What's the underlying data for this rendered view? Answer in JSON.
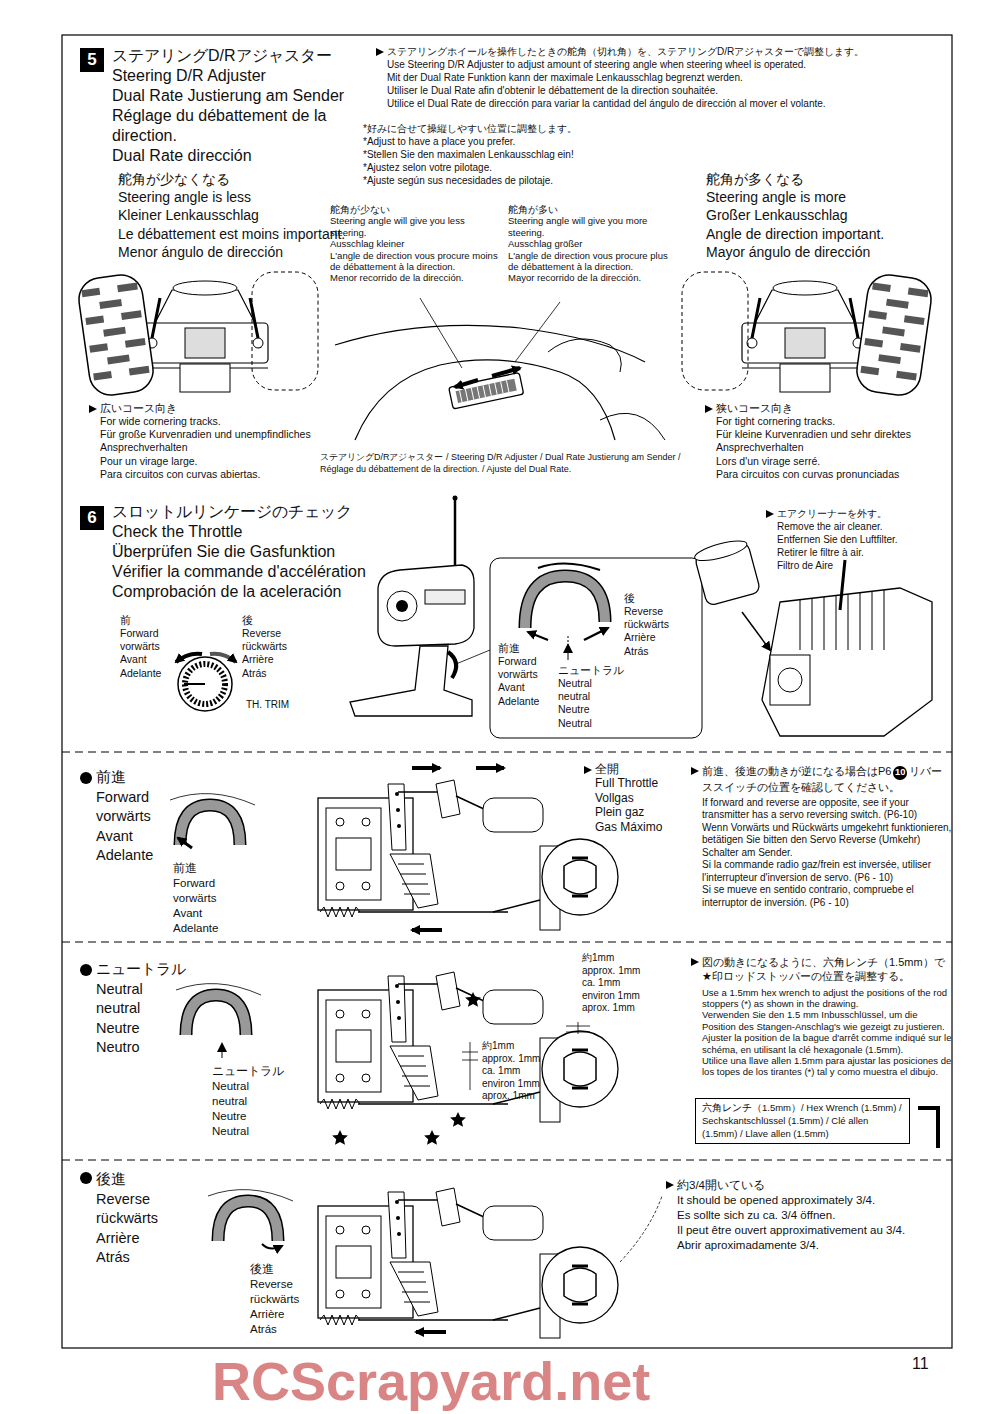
{
  "diagram": {
    "nodes": [
      {
        "text": [
          "5"
        ]
      },
      {
        "text": [
          "6"
        ]
      },
      {
        "text": [
          "六角レンチ（1.5mm）/ Hex Wrench (1.5mm) / Sechskantschlüssel (1.5mm) / Clé allen (1.5mm) / Llave allen (1.5mm)"
        ]
      }
    ],
    "labels": [
      "ステアリングD/Rアジャスター",
      "Steering D/R Adjuster",
      "Dual Rate Justierung am Sender",
      "Réglage du débattement de la direction.",
      "Dual Rate dirección",
      "ステアリングホイールを操作したときの舵角（切れ角）を、ステアリングD/Rアジャスターで調整します。",
      "Use Steering D/R Adjuster to adjust amount of steering angle when steering wheel is operated.",
      "Mit der Dual Rate Funktion kann der maximale Lenkausschlag begrenzt werden.",
      "Utiliser le Dual Rate afin d'obtenir le débattement de la direction souhaitée.",
      "Utilice el Dual Rate de dirección para variar la cantidad del ángulo de dirección al mover el volante.",
      "*好みに合せて操縦しやすい位置に調整します。",
      "*Adjust to have a place you prefer.",
      "*Stellen Sie den maximalen Lenkausschlag ein!",
      "*Ajustez selon votre pilotage.",
      "*Ajuste según sus necesidades de pilotaje.",
      "舵角が少なくなる",
      "Steering angle is less",
      "Kleiner Lenkausschlag",
      "Le débattement est moins important.",
      "Menor ángulo de dirección",
      "舵角が多くなる",
      "Steering angle is more",
      "Großer Lenkausschlag",
      "Angle de direction important.",
      "Mayor ángulo de dirección",
      "舵角が少ない",
      "Steering angle will give you less steering.",
      "Ausschlag kleiner",
      "L'angle de direction vous procure moins de débattement à la direction.",
      "Menor recorrido de la dirección.",
      "舵角が多い",
      "Steering angle will give you more steering.",
      "Ausschlag größer",
      "L'angle de direction vous procure plus de débattement à la direction.",
      "Mayor recorrido de la dirección.",
      "広いコース向き",
      "For wide cornering tracks.",
      "Für große Kurvenradien und unempfindliches Ansprechverhalten",
      "Pour un virage large.",
      "Para circuitos con curvas abiertas.",
      "狭いコース向き",
      "For tight cornering tracks.",
      "Für kleine Kurvenradien und sehr direktes Ansprechverhalten",
      "Lors d'un virage serré.",
      "Para circuitos con curvas pronunciadas",
      "ステアリングD/Rアジャスター / Steering D/R Adjuster / Dual Rate Justierung am Sender / Réglage du débattement de la direction. / Ajuste del Dual Rate.",
      "スロットルリンケージのチェック",
      "Check the Throttle",
      "Überprüfen Sie die Gasfunktion",
      "Vérifier la commande d'accélération",
      "Comprobación de la aceleración",
      "前",
      "Forward",
      "vorwärts",
      "Avant",
      "Adelante",
      "後",
      "Reverse",
      "rückwärts",
      "Arrière",
      "Atrás",
      "TH. TRIM",
      "後",
      "Reverse",
      "rückwärts",
      "Arrière",
      "Atrás",
      "前進",
      "Forward",
      "vorwärts",
      "Avant",
      "Adelante",
      "ニュートラル",
      "Neutral",
      "neutral",
      "Neutre",
      "Neutral",
      "エアクリーナーを外す。",
      "Remove the air cleaner.",
      "Entfernen Sie den Luftfilter.",
      "Retirer le filtre à air.",
      "Filtro de Aire",
      "前進",
      "Forward",
      "vorwärts",
      "Avant",
      "Adelante",
      "前進",
      "Forward",
      "vorwärts",
      "Avant",
      "Adelante",
      "全開",
      "Full Throttle",
      "Vollgas",
      "Plein gaz",
      "Gas Máximo",
      "前進、後進の動きが逆になる場合はP6",
      "10",
      "リバーススイッチの位置を確認してください。",
      "If forward and reverse are opposite, see if your transmitter has a servo reversing switch. (P6-10)",
      "Wenn Vorwärts und Rückwärts umgekehrt funktionieren, betätigen Sie bitten den Servo Reverse (Umkehr) Schalter am Sender.",
      "Si la commande radio gaz/frein est inversée, utiliser l'interrupteur d'inversion de servo. (P6 - 10)",
      "Si se mueve en sentido contrario, compruebe el interruptor de inversión. (P6 - 10)",
      "ニュートラル",
      "Neutral",
      "neutral",
      "Neutre",
      "Neutro",
      "ニュートラル",
      "Neutral",
      "neutral",
      "Neutre",
      "Neutral",
      "約1mm",
      "approx. 1mm",
      "ca. 1mm",
      "environ 1mm",
      "aprox. 1mm",
      "約1mm",
      "approx. 1mm",
      "ca. 1mm",
      "environ 1mm",
      "aprox. 1mm",
      "図の動きになるように、六角レンチ（1.5mm）で★印ロッドストッパーの位置を調整する。",
      "Use a 1.5mm hex wrench to adjust the positions of the rod stoppers (*) as shown in the drawing.",
      "Verwenden Sie den 1.5 mm Inbusschlüssel, um die Position des Stangen-Anschlag's wie gezeigt zu justieren.",
      "Ajuster la position de la bague d'arrêt comme indiqué sur le schéma, en utilisant la clé hexagonale (1.5mm).",
      "Utilice una llave allen 1.5mm para ajustar las posiciones de los topes de los tirantes (*) tal y como muestra el dibujo.",
      "後進",
      "Reverse",
      "rückwärts",
      "Arrière",
      "Atrás",
      "後進",
      "Reverse",
      "rückwärts",
      "Arrière",
      "Atrás",
      "約3/4開いている",
      "It should be opened approximately 3/4.",
      "Es sollte sich zu ca. 3/4 öffnen.",
      "Il peut être ouvert approximativement au 3/4.",
      "Abrir aproximadamente 3/4.",
      "11",
      "RCScrapyard.net"
    ]
  }
}
